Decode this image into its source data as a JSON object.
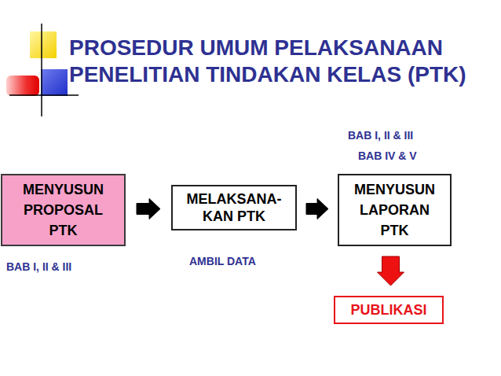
{
  "diagram": {
    "title": "PROSEDUR UMUM PELAKSANAAN PENELITIAN TINDAKAN KELAS (PTK)",
    "nodes": [
      {
        "text": [
          "MENYUSUN PROPOSAL PTK"
        ]
      },
      {
        "text": [
          "MELAKSANA- KAN PTK"
        ]
      },
      {
        "text": [
          "MENYUSUN LAPORAN PTK"
        ]
      },
      {
        "text": [
          "PUBLIKASI"
        ]
      }
    ],
    "edges": [
      {
        "from": 0,
        "to": 1,
        "arrow": "to"
      },
      {
        "from": 1,
        "to": 2,
        "arrow": "to"
      },
      {
        "from": 2,
        "to": 3,
        "arrow": "to"
      }
    ],
    "labels": [
      "BAB I, II & III",
      "BAB IV & V",
      "BAB I, II & III",
      "AMBIL DATA"
    ]
  }
}
